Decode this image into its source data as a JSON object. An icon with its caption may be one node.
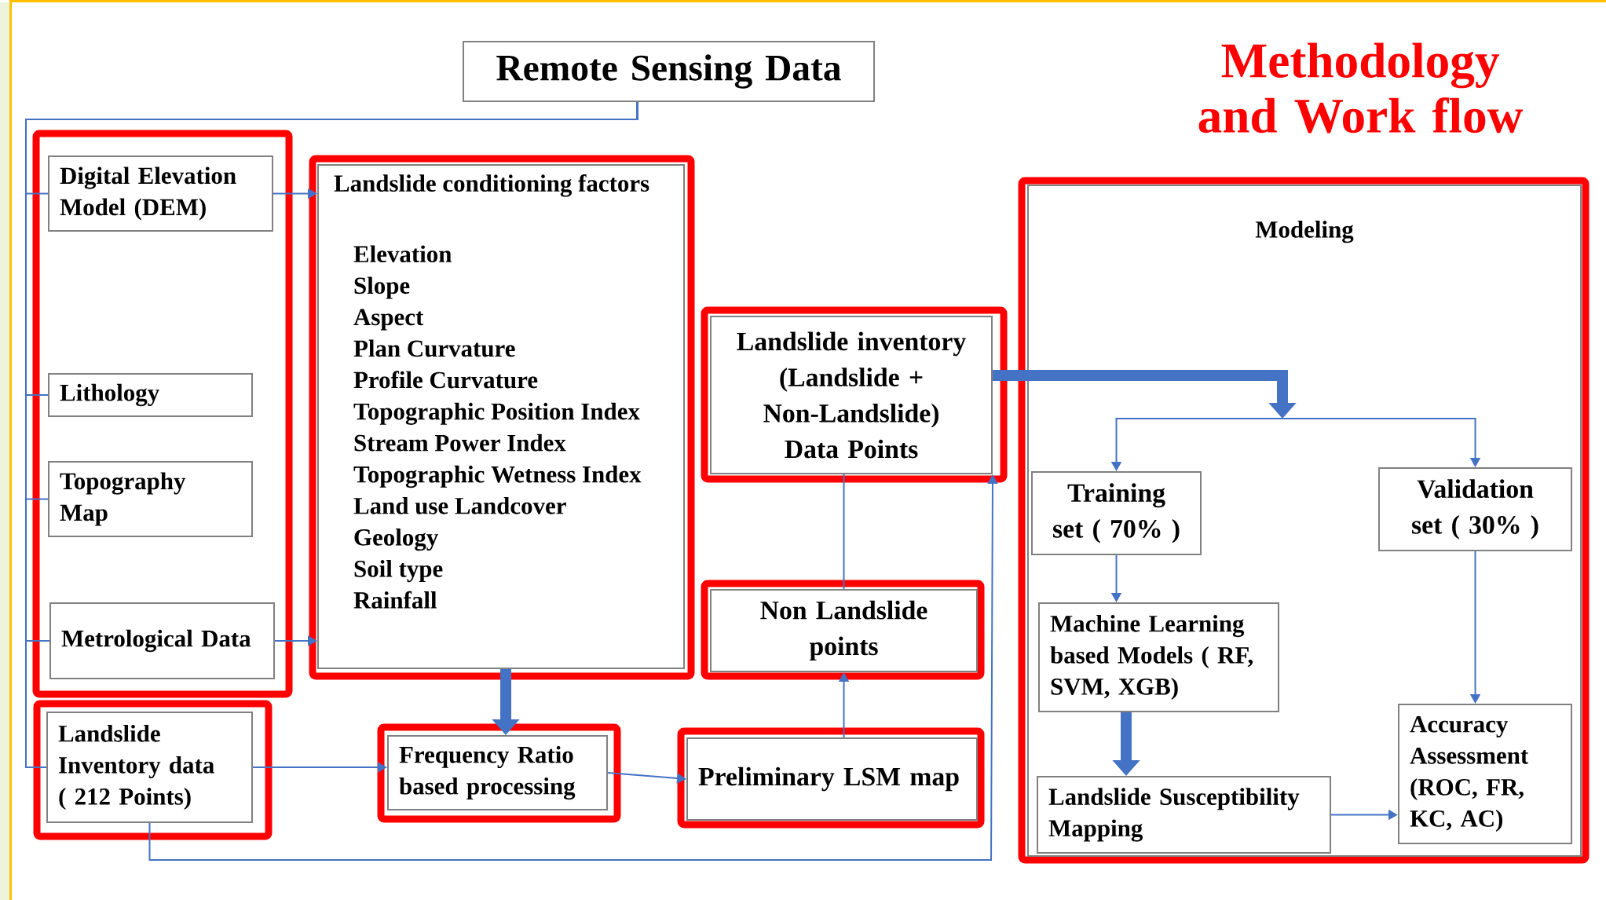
{
  "diagram": {
    "title": "Methodology and Work flow",
    "nodes": [
      {
        "text": [
          "Remote Sensing Data"
        ]
      },
      {
        "text": [
          "Digital Elevation Model (DEM)"
        ]
      },
      {
        "text": [
          "Lithology"
        ]
      },
      {
        "text": [
          "Topography Map"
        ]
      },
      {
        "text": [
          "Metrological Data"
        ]
      },
      {
        "text": [
          "Landslide Inventory data ( 212 Points)"
        ]
      },
      {
        "text": [
          "Landslide conditioning factors",
          "Elevation",
          "Slope",
          "Aspect",
          "Plan Curvature",
          "Profile Curvature",
          "Topographic Position Index",
          "Stream Power Index",
          "Topographic Wetness Index",
          "Land use Landcover",
          "Geology",
          "Soil type",
          "Rainfall"
        ]
      },
      {
        "text": [
          "Frequency Ratio based processing"
        ]
      },
      {
        "text": [
          "Landslide inventory (Landslide + Non-Landslide) Data Points"
        ]
      },
      {
        "text": [
          "Non Landslide points"
        ]
      },
      {
        "text": [
          "Preliminary LSM map"
        ]
      },
      {
        "text": [
          "Modeling"
        ]
      },
      {
        "text": [
          "Training set ( 70% )"
        ],
        "in": 11
      },
      {
        "text": [
          "Validation set ( 30% )"
        ],
        "in": 11
      },
      {
        "text": [
          "Machine Learning based Models ( RF, SVM, XGB)"
        ],
        "in": 11
      },
      {
        "text": [
          "Landslide Susceptibility Mapping"
        ],
        "in": 11
      },
      {
        "text": [
          "Accuracy Assessment (ROC, FR, KC, AC)"
        ],
        "in": 11
      }
    ],
    "edges": [
      {
        "from": 0,
        "to": 1,
        "arrow": "none"
      },
      {
        "from": 0,
        "to": 2,
        "arrow": "none"
      },
      {
        "from": 0,
        "to": 3,
        "arrow": "none"
      },
      {
        "from": 0,
        "to": 4,
        "arrow": "none"
      },
      {
        "from": 0,
        "to": 5,
        "arrow": "none"
      },
      {
        "from": 1,
        "to": 6,
        "arrow": "to"
      },
      {
        "from": 4,
        "to": 6,
        "arrow": "to"
      },
      {
        "from": 6,
        "to": 7,
        "arrow": "to",
        "style": "thick"
      },
      {
        "from": 5,
        "to": 7,
        "arrow": "to"
      },
      {
        "from": 7,
        "to": 10,
        "arrow": "to"
      },
      {
        "from": 10,
        "to": 9,
        "arrow": "to"
      },
      {
        "from": 9,
        "to": 8,
        "arrow": "none"
      },
      {
        "from": 5,
        "to": 8,
        "arrow": "to"
      },
      {
        "from": 8,
        "to": 12,
        "arrow": "to"
      },
      {
        "from": 8,
        "to": 13,
        "arrow": "to"
      },
      {
        "from": 12,
        "to": 14,
        "arrow": "to"
      },
      {
        "from": 14,
        "to": 15,
        "arrow": "to",
        "style": "thick"
      },
      {
        "from": 15,
        "to": 16,
        "arrow": "to"
      },
      {
        "from": 13,
        "to": 16,
        "arrow": "to"
      }
    ]
  }
}
